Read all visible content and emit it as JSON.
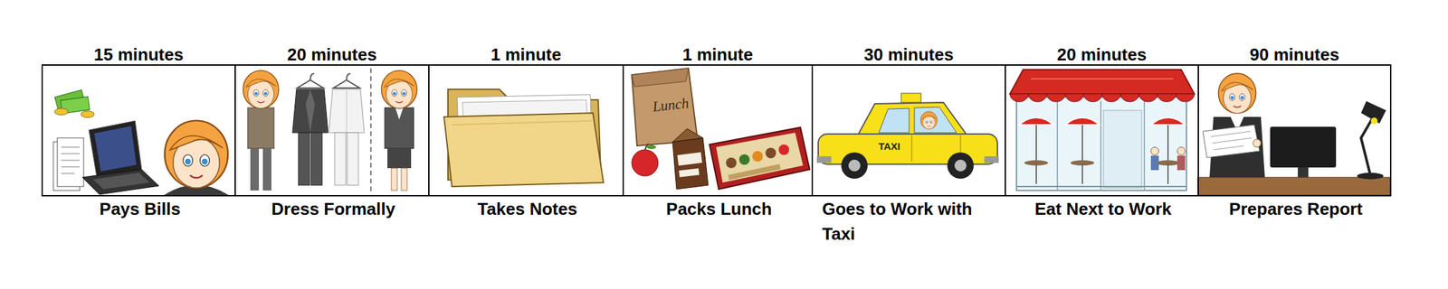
{
  "diagram": {
    "nodes": [
      {
        "text": [
          "15 minutes",
          "Pays Bills"
        ]
      },
      {
        "text": [
          "20 minutes",
          "Dress Formally"
        ]
      },
      {
        "text": [
          "1 minute",
          "Takes Notes"
        ]
      },
      {
        "text": [
          "1 minute",
          "Packs Lunch"
        ]
      },
      {
        "text": [
          "30 minutes",
          "Goes to Work with Taxi"
        ]
      },
      {
        "text": [
          "20 minutes",
          "Eat Next to Work"
        ]
      },
      {
        "text": [
          "90 minutes",
          "Prepares Report"
        ]
      }
    ],
    "labels": [
      "Lunch",
      "TAXI"
    ]
  }
}
